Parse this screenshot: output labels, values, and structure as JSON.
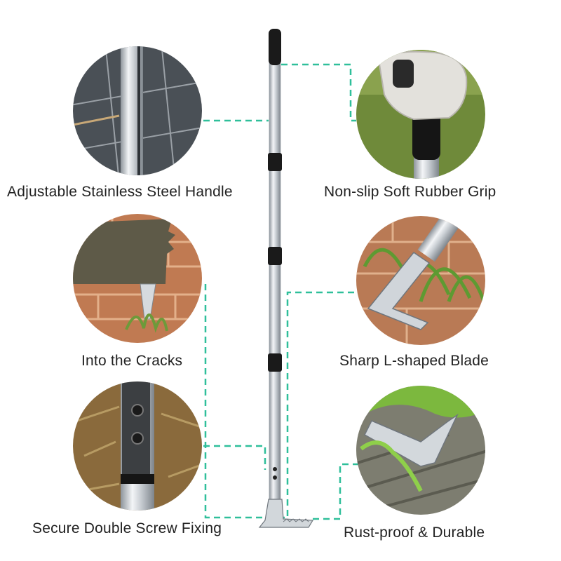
{
  "features": [
    {
      "label": "Adjustable Stainless Steel Handle"
    },
    {
      "label": "Non-slip Soft Rubber Grip"
    },
    {
      "label": "Into the Cracks"
    },
    {
      "label": "Sharp L-shaped Blade"
    },
    {
      "label": "Secure Double Screw Fixing"
    },
    {
      "label": "Rust-proof & Durable"
    }
  ],
  "colors": {
    "connector": "#2fbf9a",
    "steel": "#c9ced3",
    "rubber": "#1a1a1a",
    "brick": "#c07a52",
    "grass": "#6d9a3a",
    "moss": "#7cb83e"
  }
}
